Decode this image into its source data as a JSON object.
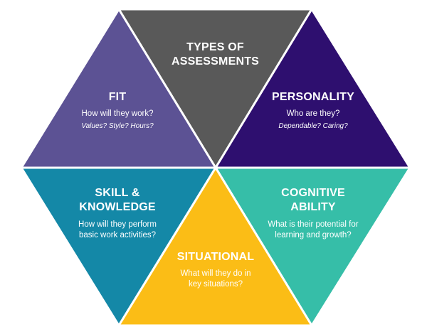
{
  "colors": {
    "center": "#595959",
    "fit": "#5c5294",
    "personality": "#2e0f6f",
    "skill": "#1488a7",
    "situational": "#fbbd16",
    "cognitive": "#36bea8",
    "text": "#ffffff",
    "divider": "#ffffff"
  },
  "center": {
    "title_line1": "TYPES OF",
    "title_line2": "ASSESSMENTS"
  },
  "segments": {
    "fit": {
      "title": "FIT",
      "question": "How will they work?",
      "examples": "Values? Style? Hours?"
    },
    "personality": {
      "title": "PERSONALITY",
      "question": "Who are they?",
      "examples": "Dependable? Caring?"
    },
    "skill": {
      "title_line1": "SKILL &",
      "title_line2": "KNOWLEDGE",
      "question_line1": "How will they perform",
      "question_line2": "basic work activities?"
    },
    "cognitive": {
      "title_line1": "COGNITIVE",
      "title_line2": "ABILITY",
      "question_line1": "What is their potential for",
      "question_line2": "learning and growth?"
    },
    "situational": {
      "title": "SITUATIONAL",
      "question_line1": "What will they do in",
      "question_line2": "key situations?"
    }
  }
}
